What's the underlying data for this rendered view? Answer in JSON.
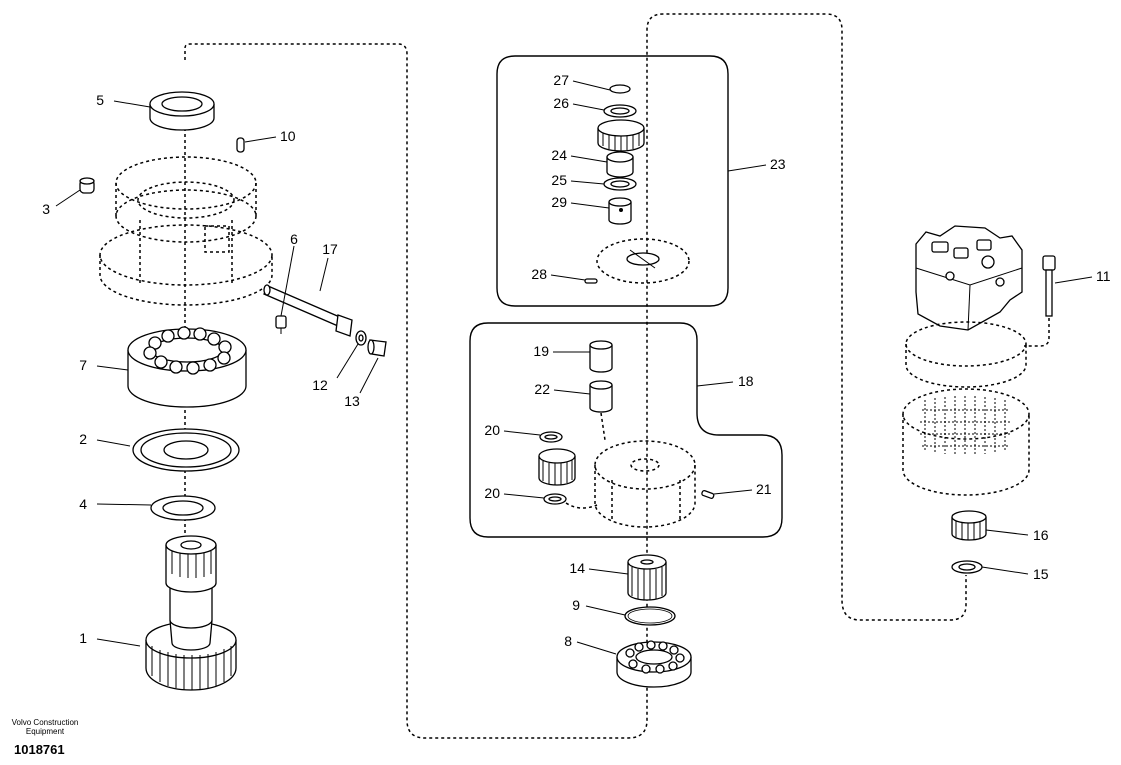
{
  "callouts": {
    "n1": "1",
    "n2": "2",
    "n3": "3",
    "n4": "4",
    "n5": "5",
    "n6": "6",
    "n7": "7",
    "n8": "8",
    "n9": "9",
    "n10": "10",
    "n11": "11",
    "n12": "12",
    "n13": "13",
    "n14": "14",
    "n15": "15",
    "n16": "16",
    "n17": "17",
    "n18": "18",
    "n19": "19",
    "n20a": "20",
    "n20b": "20",
    "n21": "21",
    "n22": "22",
    "n23": "23",
    "n24": "24",
    "n25": "25",
    "n26": "26",
    "n27": "27",
    "n28": "28",
    "n29": "29"
  },
  "footer": {
    "brand_line1": "Volvo Construction",
    "brand_line2": "Equipment",
    "doc_number": "1018761"
  }
}
